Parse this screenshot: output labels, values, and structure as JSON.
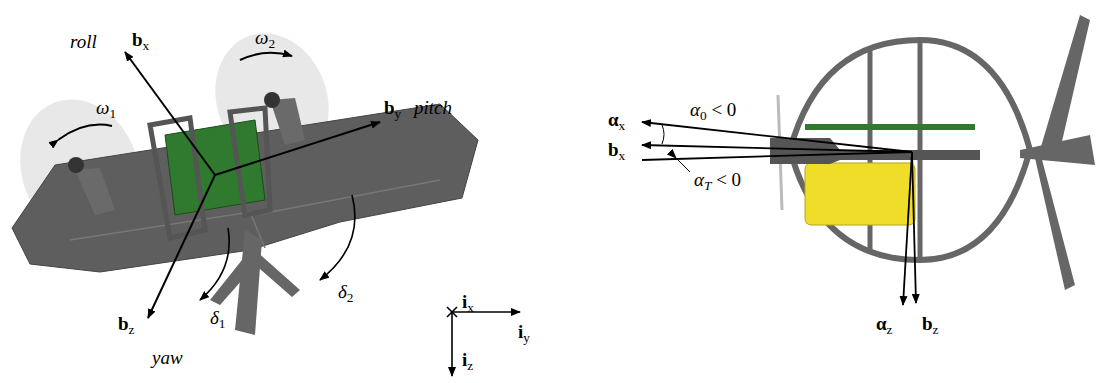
{
  "diagram": {
    "labels": [
      "roll",
      "bx",
      "ω2",
      "ω1",
      "by",
      "pitch",
      "bz",
      "δ1",
      "δ2",
      "yaw",
      "ix",
      "iy",
      "iz",
      "αx",
      "α0 < 0",
      "bx",
      "αT < 0",
      "αz",
      "bz"
    ]
  }
}
